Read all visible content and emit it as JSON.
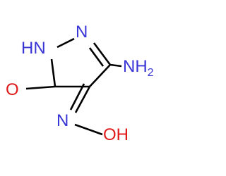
{
  "molecule": {
    "atoms": {
      "ring_nh": {
        "text": "HN",
        "color": "#3a36d6"
      },
      "ring_n": {
        "text": "N",
        "color": "#3a36d6"
      },
      "amino": {
        "text": "NH",
        "sub": "2",
        "color": "#3a36d6"
      },
      "carbonyl_o": {
        "text": "O",
        "color": "#e01a1a"
      },
      "oxime_n": {
        "text": "N",
        "color": "#3a36d6"
      },
      "oxime_oh": {
        "text": "OH",
        "color": "#e01a1a"
      }
    }
  }
}
